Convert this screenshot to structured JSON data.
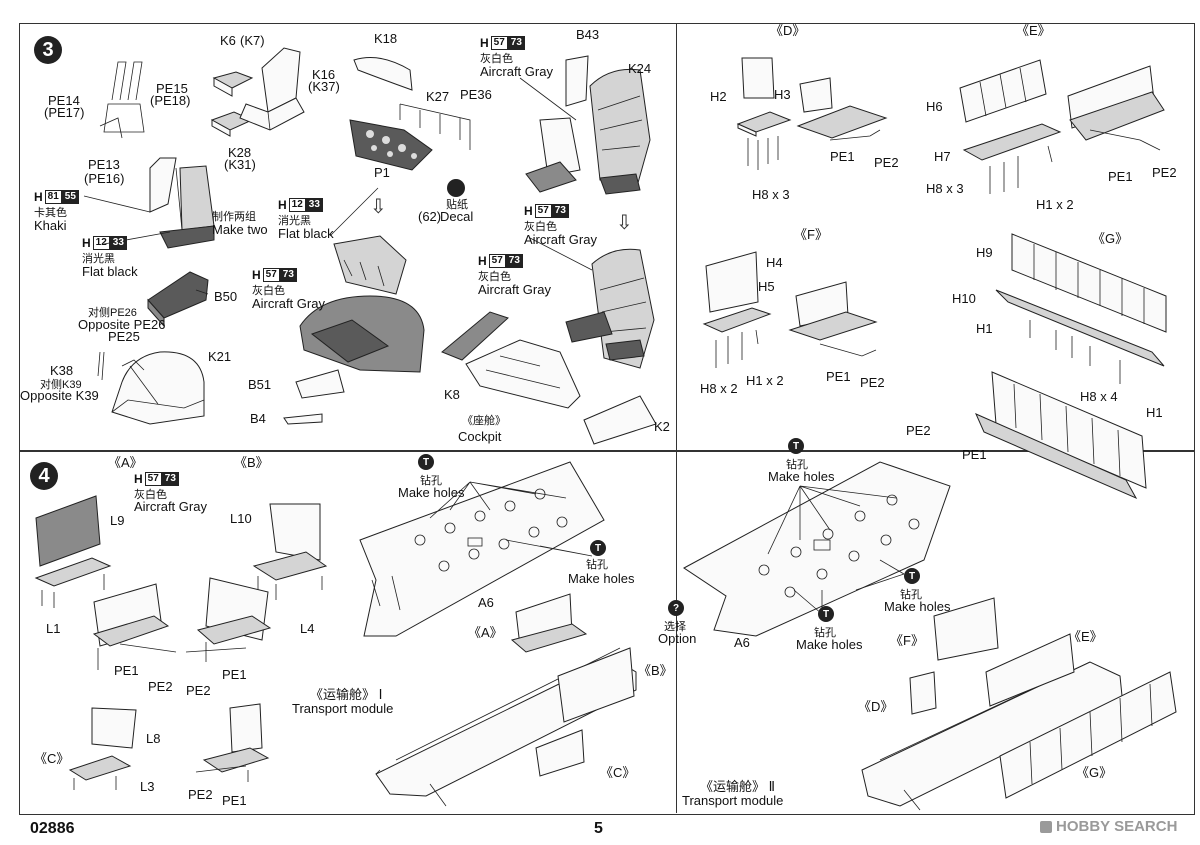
{
  "step3": {
    "number": "3",
    "labels": {
      "pe14": "PE14",
      "pe17": "(PE17)",
      "pe15": "PE15",
      "pe18": "(PE18)",
      "pe13": "PE13",
      "pe16": "(PE16)",
      "k6": "K6",
      "k7": "(K7)",
      "k16": "K16",
      "k37": "(K37)",
      "k28": "K28",
      "k31": "(K31)",
      "k18": "K18",
      "k27": "K27",
      "pe36": "PE36",
      "p1": "P1",
      "decal_cn": "贴纸",
      "decal_num": "(62)",
      "decal_en": "Decal",
      "b43": "B43",
      "k24": "K24",
      "make_two_cn": "制作两组",
      "make_two_en": "Make two",
      "b50": "B50",
      "opp_pe26_cn": "对侧PE26",
      "opp_pe26_en": "Opposite PE26",
      "pe25": "PE25",
      "k21": "K21",
      "k38": "K38",
      "opp_k39_cn": "对侧K39",
      "opp_k39_en": "Opposite K39",
      "b51": "B51",
      "b4": "B4",
      "k8": "K8",
      "k2": "K2",
      "cockpit_cn": "《座舱》",
      "cockpit_en": "Cockpit"
    },
    "paints": [
      {
        "h": "H",
        "n1": "81",
        "n2": "55",
        "cn": "卡其色",
        "en": "Khaki"
      },
      {
        "h": "H",
        "n1": "12",
        "n2": "33",
        "cn": "消光黑",
        "en": "Flat black"
      },
      {
        "h": "H",
        "n1": "12",
        "n2": "33",
        "cn": "消光黑",
        "en": "Flat black"
      },
      {
        "h": "H",
        "n1": "57",
        "n2": "73",
        "cn": "灰白色",
        "en": "Aircraft Gray"
      },
      {
        "h": "H",
        "n1": "57",
        "n2": "73",
        "cn": "灰白色",
        "en": "Aircraft Gray"
      },
      {
        "h": "H",
        "n1": "57",
        "n2": "73",
        "cn": "灰白色",
        "en": "Aircraft Gray"
      },
      {
        "h": "H",
        "n1": "57",
        "n2": "73",
        "cn": "灰白色",
        "en": "Aircraft Gray"
      }
    ]
  },
  "panelD": {
    "title": "《D》",
    "h2": "H2",
    "h3": "H3",
    "pe1": "PE1",
    "pe2": "PE2",
    "h8x3": "H8 x 3"
  },
  "panelE": {
    "title": "《E》",
    "h6": "H6",
    "h7": "H7",
    "h8x3": "H8 x 3",
    "h1x2": "H1 x 2",
    "pe1": "PE1",
    "pe2": "PE2"
  },
  "panelF": {
    "title": "《F》",
    "h4": "H4",
    "h5": "H5",
    "h8x2": "H8 x 2",
    "h1x2": "H1 x 2",
    "pe1": "PE1",
    "pe2": "PE2"
  },
  "panelG": {
    "title": "《G》",
    "h9": "H9",
    "h10": "H10",
    "h1a": "H1",
    "h8x4": "H8 x 4",
    "h1b": "H1",
    "pe2": "PE2",
    "pe1": "PE1"
  },
  "step4": {
    "number": "4",
    "a_title": "《A》",
    "b_title": "《B》",
    "c_title": "《C》",
    "paint": {
      "h": "H",
      "n1": "57",
      "n2": "73",
      "cn": "灰白色",
      "en": "Aircraft Gray"
    },
    "l9": "L9",
    "l10": "L10",
    "l1": "L1",
    "l4": "L4",
    "pe1a": "PE1",
    "pe2a": "PE2",
    "pe2b": "PE2",
    "pe1b": "PE1",
    "l8": "L8",
    "l3": "L3",
    "pe2c": "PE2",
    "pe1c": "PE1",
    "make_holes_cn": "钻孔",
    "make_holes_en": "Make holes",
    "a6": "A6",
    "module1_cn": "《运输舱》 Ⅰ",
    "module1_en": "Transport module",
    "asm_a": "《A》",
    "asm_b": "《B》",
    "asm_c": "《C》",
    "option_cn": "选择",
    "option_en": "Option",
    "a6b": "A6",
    "asm_f": "《F》",
    "asm_e": "《E》",
    "asm_d": "《D》",
    "asm_g": "《G》",
    "module2_cn": "《运输舱》 Ⅱ",
    "module2_en": "Transport module"
  },
  "footer": {
    "code": "02886",
    "page": "5",
    "watermark": "HOBBY SEARCH"
  }
}
